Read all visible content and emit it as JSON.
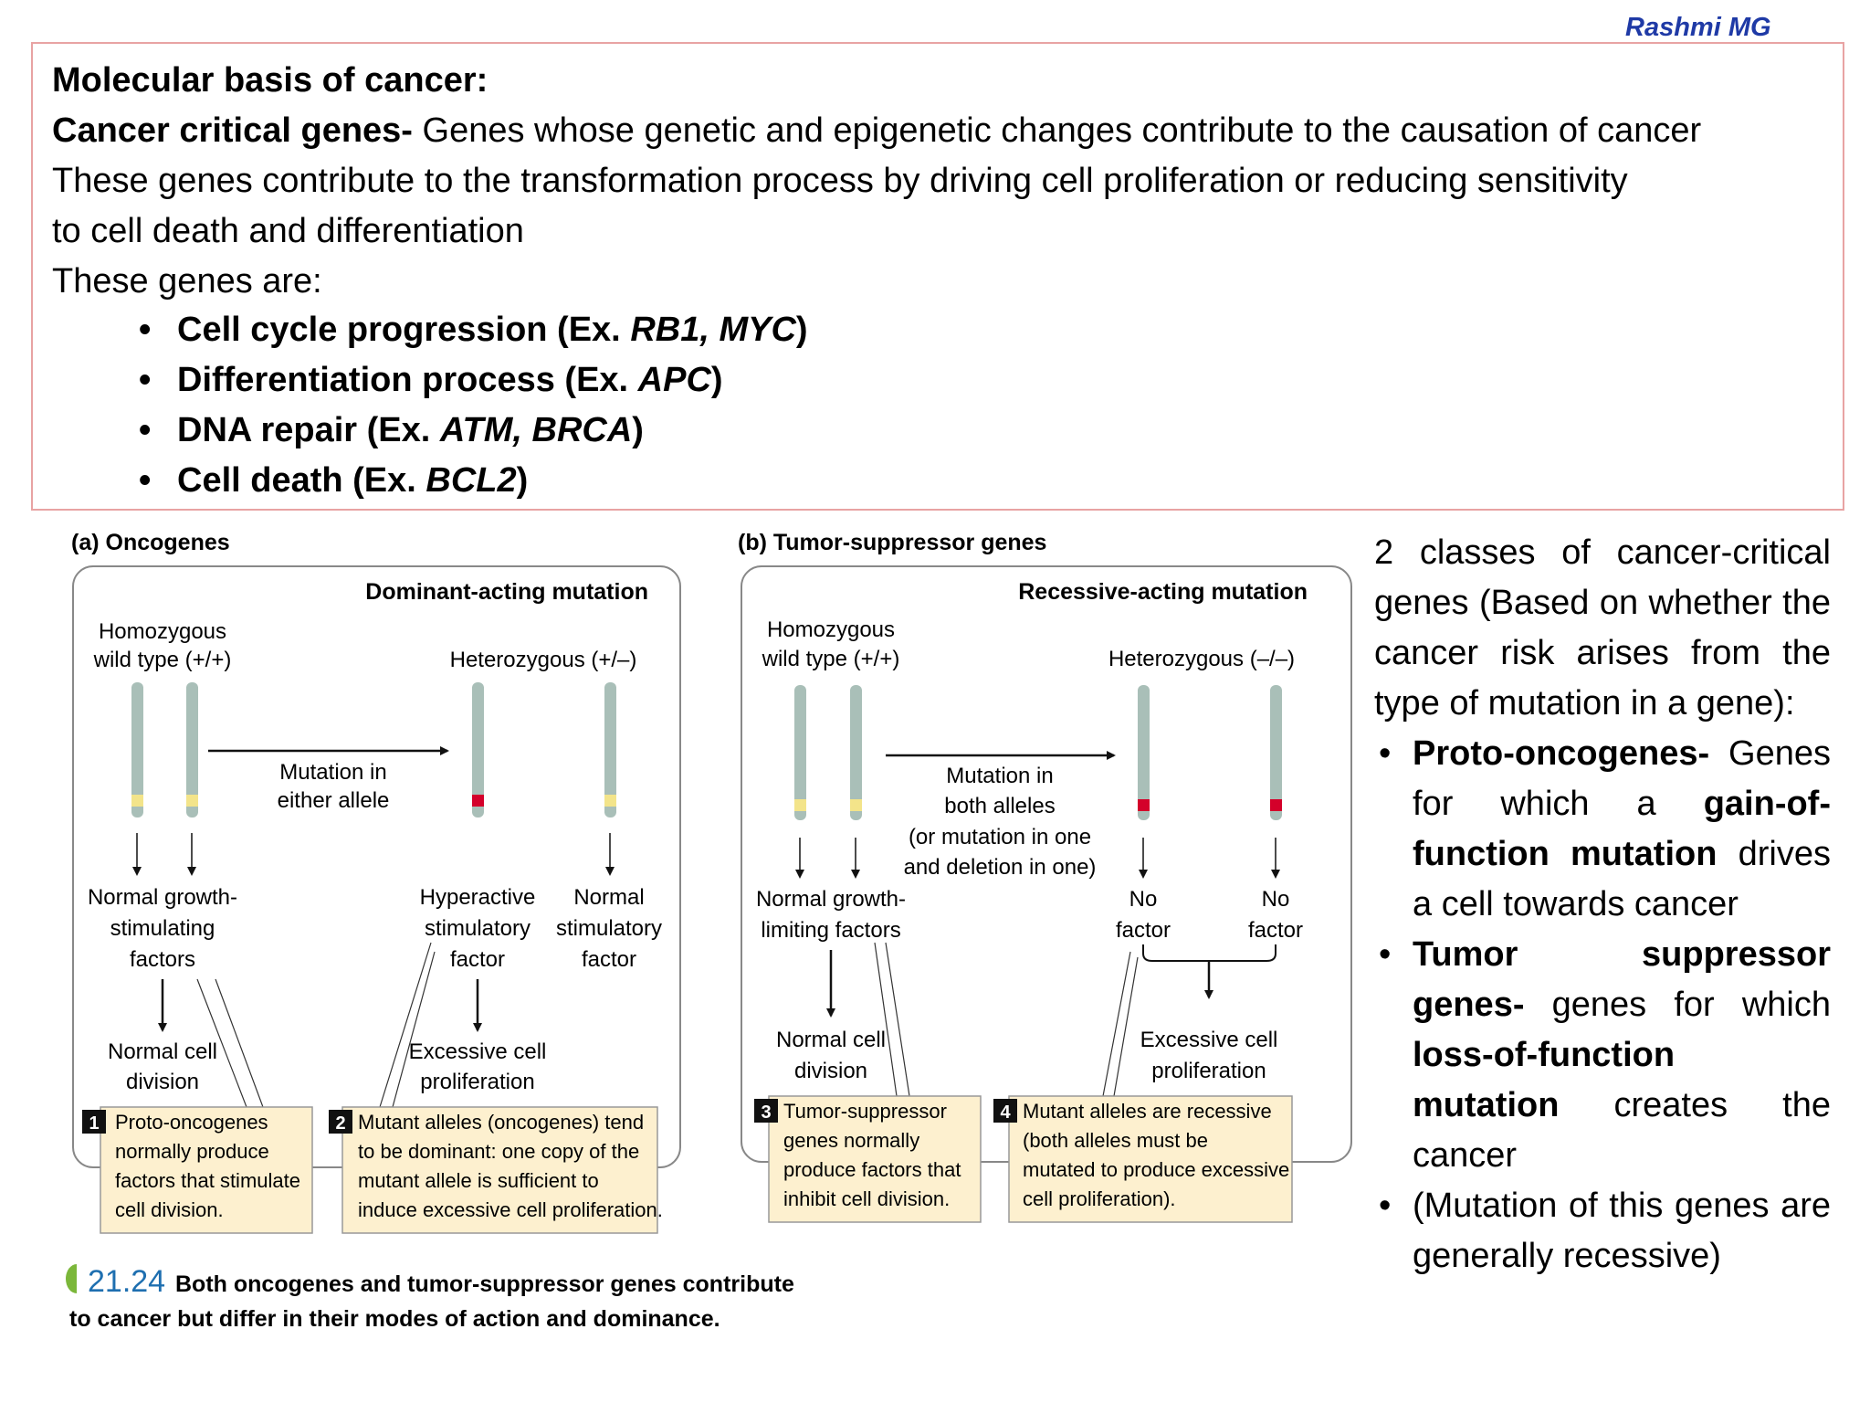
{
  "author": "Rashmi MG",
  "top": {
    "heading": "Molecular basis of cancer:",
    "def_term": "Cancer critical genes-",
    "def_text": " Genes whose genetic and epigenetic changes contribute to the causation of cancer",
    "line3": "These genes contribute to the transformation process by driving cell proliferation or reducing sensitivity",
    "line4": "to cell death and differentiation",
    "line5": "These genes are:",
    "bullets": [
      {
        "pre": "Cell cycle progression (Ex. ",
        "genes": "RB1, MYC",
        "post": ")"
      },
      {
        "pre": "Differentiation process (Ex. ",
        "genes": "APC",
        "post": ")"
      },
      {
        "pre": "DNA repair (Ex. ",
        "genes": "ATM, BRCA",
        "post": ")"
      },
      {
        "pre": "Cell death (Ex. ",
        "genes": "BCL2",
        "post": ")"
      }
    ]
  },
  "figure": {
    "a_label": "(a)  Oncogenes",
    "a_mode": "Dominant-acting mutation",
    "a_wt1": "Homozygous",
    "a_wt2": "wild type (+/+)",
    "a_het": "Heterozygous (+/–)",
    "a_mut1": "Mutation in",
    "a_mut2": "either allele",
    "a_ng1": "Normal growth-",
    "a_ng2": "stimulating",
    "a_ng3": "factors",
    "a_hy1": "Hyperactive",
    "a_hy2": "stimulatory",
    "a_hy3": "factor",
    "a_ns1": "Normal",
    "a_ns2": "stimulatory",
    "a_ns3": "factor",
    "a_nd1": "Normal cell",
    "a_nd2": "division",
    "a_ex1": "Excessive cell",
    "a_ex2": "proliferation",
    "n1_num": "1",
    "n1": [
      "Proto-oncogenes",
      "normally produce",
      "factors that stimulate",
      "cell division."
    ],
    "n2_num": "2",
    "n2": [
      "Mutant alleles (oncogenes) tend",
      "to be dominant: one copy of the",
      "mutant allele is sufficient to",
      "induce excessive cell proliferation."
    ],
    "b_label": "(b)  Tumor-suppressor genes",
    "b_mode": "Recessive-acting mutation",
    "b_wt1": "Homozygous",
    "b_wt2": "wild type (+/+)",
    "b_het": "Heterozygous (–/–)",
    "b_mut1": "Mutation in",
    "b_mut2": "both alleles",
    "b_mut3": "(or mutation in one",
    "b_mut4": "and deletion in one)",
    "b_ng1": "Normal growth-",
    "b_ng2": "limiting factors",
    "b_nf1": "No",
    "b_nf2": "factor",
    "b_nd1": "Normal cell",
    "b_nd2": "division",
    "b_ex1": "Excessive cell",
    "b_ex2": "proliferation",
    "n3_num": "3",
    "n3": [
      "Tumor-suppressor",
      "genes normally",
      "produce factors that",
      "inhibit cell division."
    ],
    "n4_num": "4",
    "n4": [
      "Mutant alleles are recessive",
      "(both alleles must be",
      "mutated to produce excessive",
      "cell proliferation)."
    ],
    "cap_num": "21.24",
    "cap1": "Both oncogenes and tumor-suppressor genes contribute",
    "cap2": "to cancer but differ in their modes of action and dominance."
  },
  "right": {
    "intro": "2 classes of cancer-critical genes (Based on whether the cancer risk arises from the type of mutation in a gene):",
    "b1_term": "Proto-oncogenes-",
    "b1_a": " Genes for which a ",
    "b1_bold": "gain-of-function mutation",
    "b1_b": " drives a cell towards cancer",
    "b2_term": "Tumor suppressor genes-",
    "b2_a": " genes for which ",
    "b2_bold": "loss-of-function mutation",
    "b2_b": " creates the cancer",
    "b3": "(Mutation of this genes are generally recessive)"
  },
  "colors": {
    "author": "#1f3aa6",
    "box_border": "#e8a3a3",
    "chromosome": "#a9bfb8",
    "wild_band": "#f3e48a",
    "mutant_band": "#d4002a",
    "note_fill": "#fdf0cf",
    "caption_accent": "#7bb73a"
  }
}
